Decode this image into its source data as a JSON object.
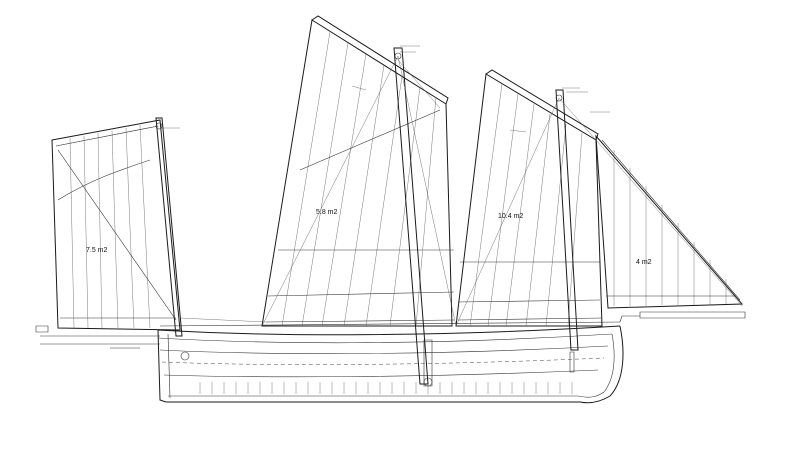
{
  "drawing": {
    "ink_color": "#1a1a1a",
    "background": "#ffffff"
  },
  "sail_areas": {
    "mizzen": "7.5 m2",
    "main": "5.8 m2",
    "fore": "10.4 m2",
    "jib": "4 m2"
  }
}
